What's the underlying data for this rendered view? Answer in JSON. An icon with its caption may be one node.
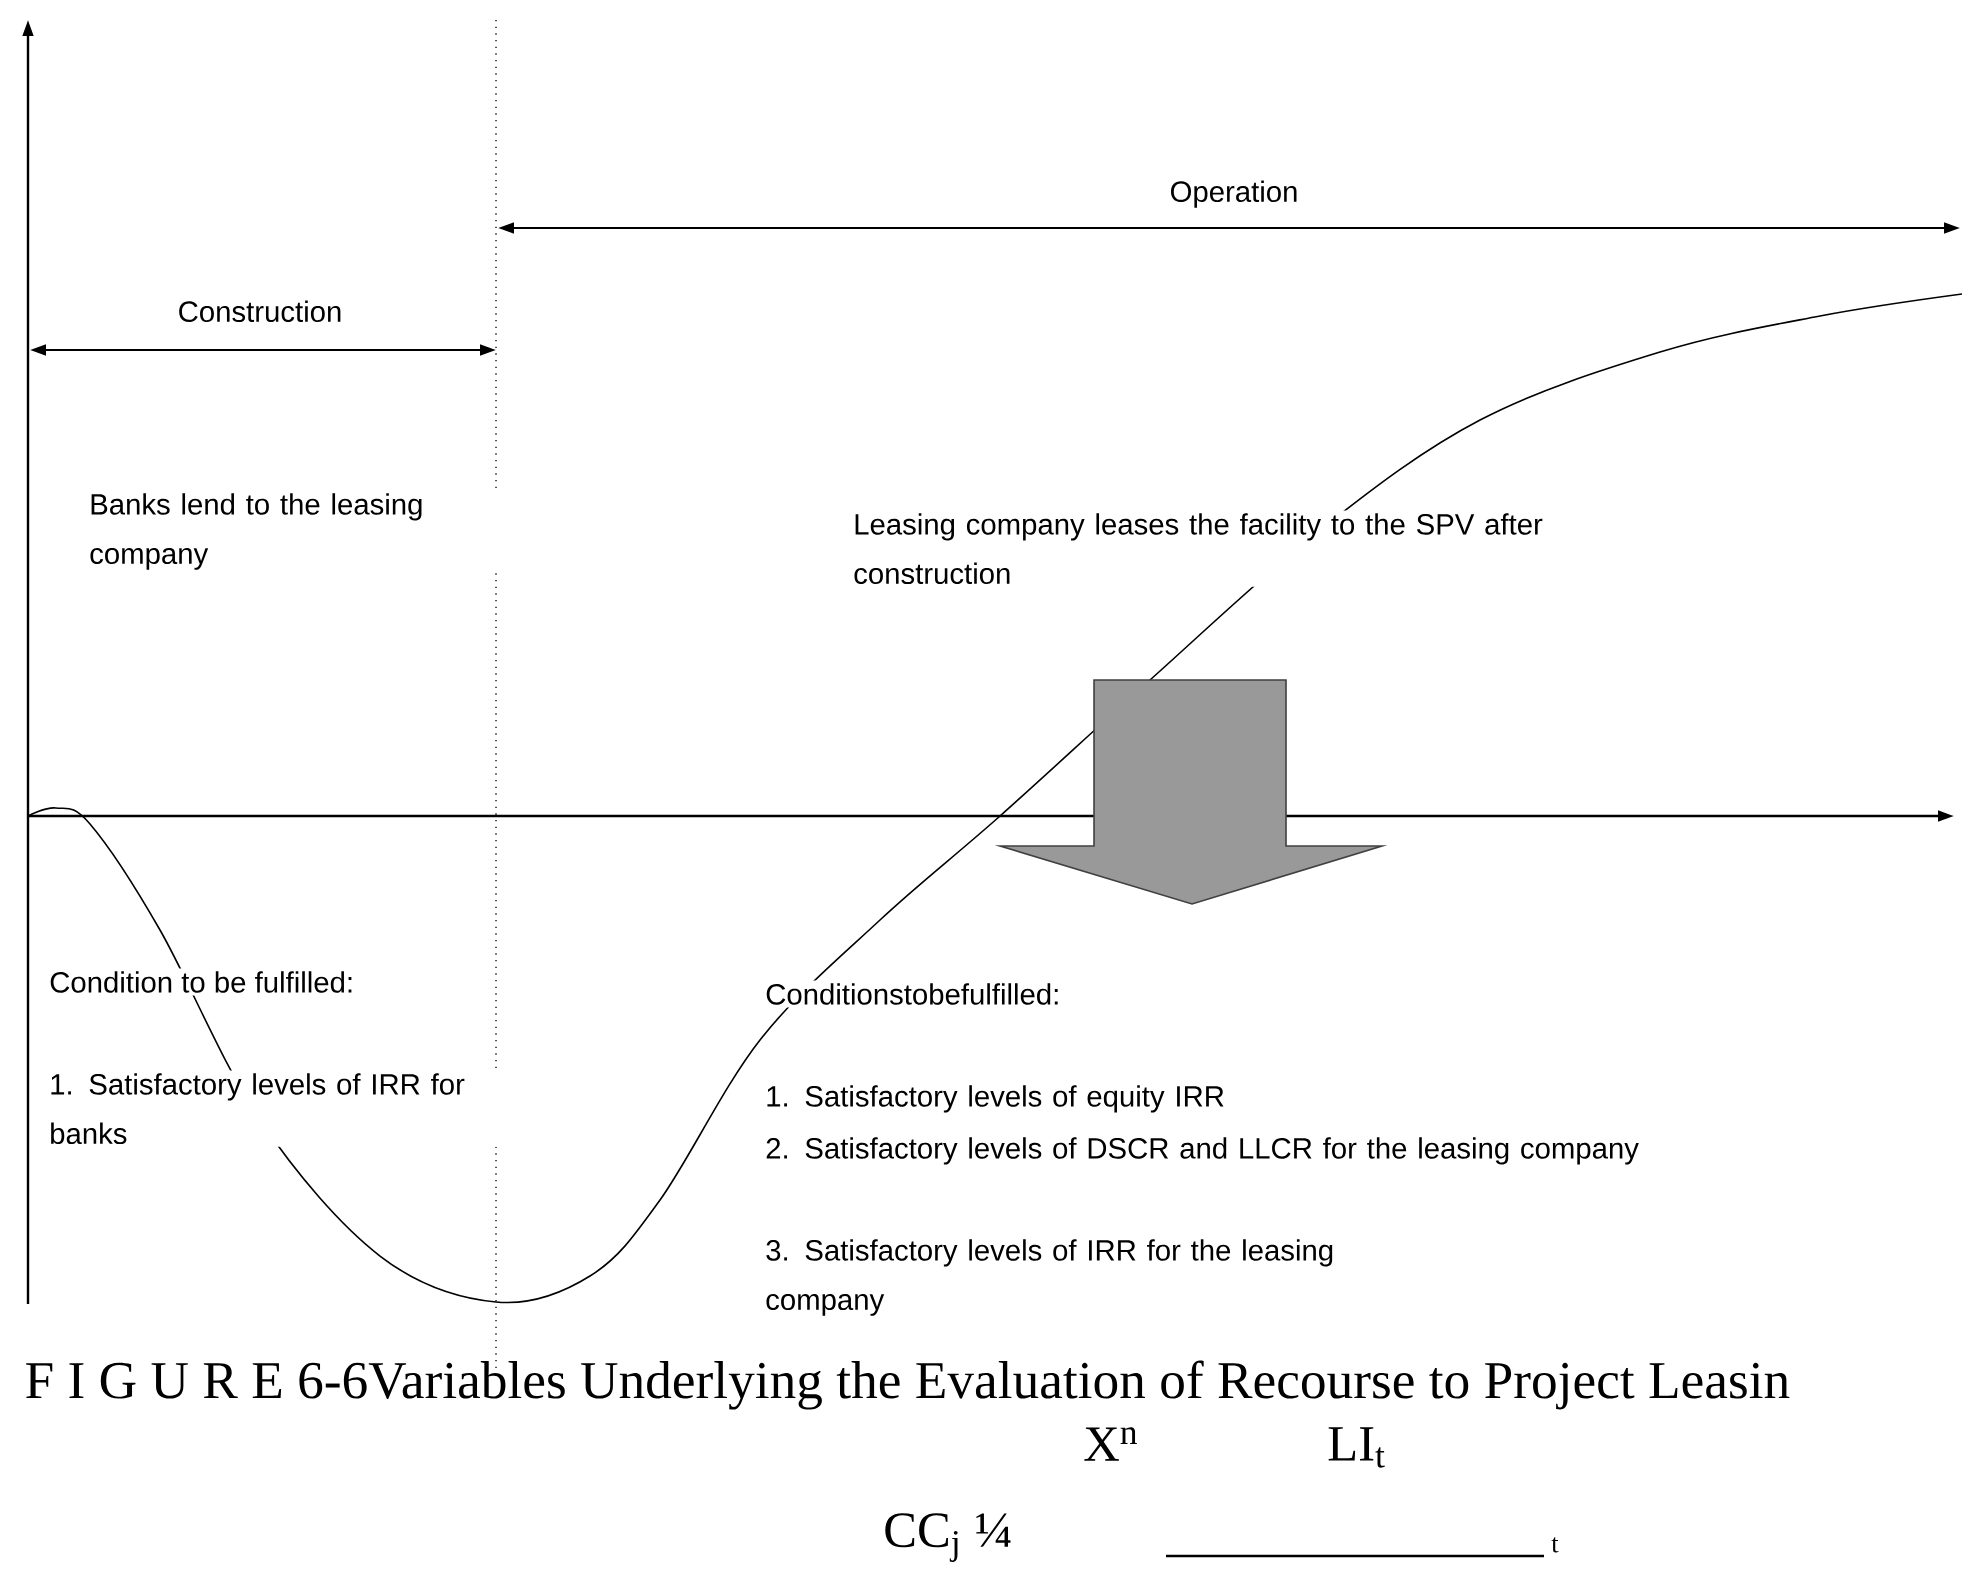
{
  "diagram": {
    "caption": "F I G U R E 6-6Variables Underlying the Evaluation of Recourse to Project Leasin",
    "labels": [
      "Construction",
      "Operation",
      "Banks lend to the leasing company",
      "Leasing company leases the facility to the SPV after construction",
      "Condition to be fulfilled:",
      "1. Satisfactory levels of IRR for banks",
      "Conditionstobefulfilled:",
      "1. Satisfactory levels of equity IRR",
      "2. Satisfactory levels of DSCR and LLCR for the leasing company",
      "3. Satisfactory levels of IRR for the leasing company",
      "X$^{n}$",
      "LI$_{t}$",
      "CC$_{j}$ ¼",
      "t"
    ]
  }
}
